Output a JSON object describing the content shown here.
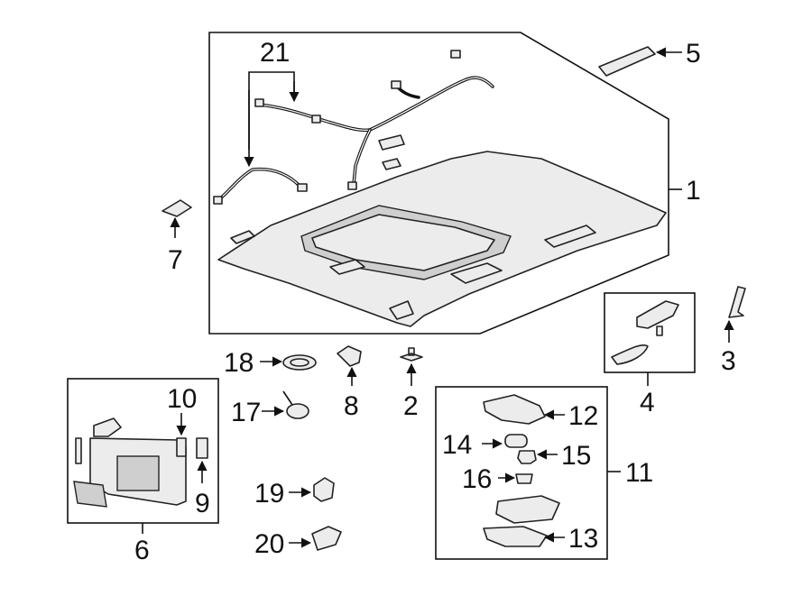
{
  "callouts": {
    "c1": "1",
    "c2": "2",
    "c3": "3",
    "c4": "4",
    "c5": "5",
    "c6": "6",
    "c7": "7",
    "c8": "8",
    "c9": "9",
    "c10": "10",
    "c11": "11",
    "c12": "12",
    "c13": "13",
    "c14": "14",
    "c15": "15",
    "c16": "16",
    "c17": "17",
    "c18": "18",
    "c19": "19",
    "c20": "20",
    "c21": "21"
  },
  "colors": {
    "line": "#111111",
    "part_fill": "#ececec",
    "background": "#ffffff"
  }
}
